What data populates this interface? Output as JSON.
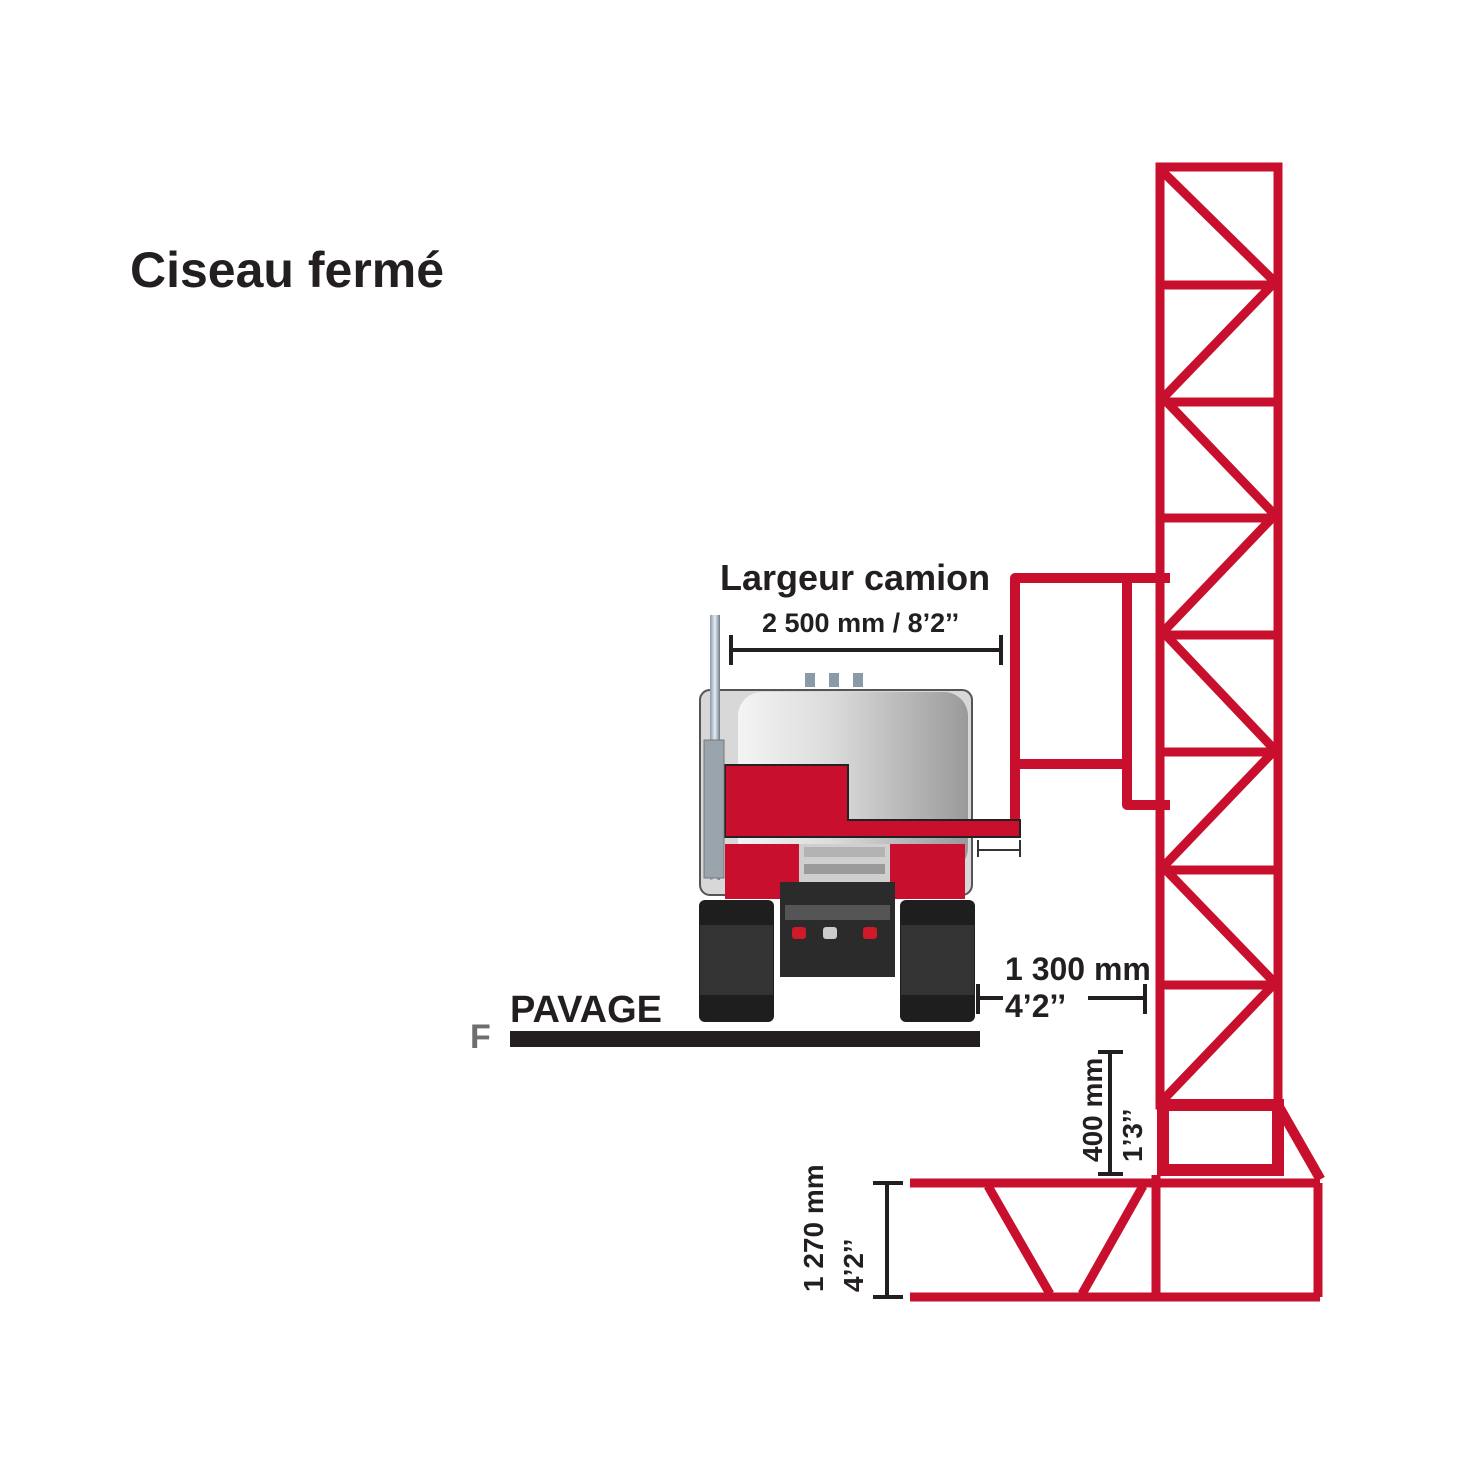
{
  "title": "Ciseau fermé",
  "truck_width": {
    "label": "Largeur camion",
    "value": "2 500 mm / 8’2’’"
  },
  "offset": {
    "mm": "1 300 mm",
    "imperial": "4’2’’"
  },
  "step_height": {
    "mm": "400 mm",
    "imperial": "1’3’’"
  },
  "base_height": {
    "mm": "1 270 mm",
    "imperial": "4’2’’"
  },
  "pavement": {
    "label": "PAVAGE",
    "marker": "F"
  },
  "colors": {
    "frame": "#c8102e",
    "dimension": "#231f20",
    "text": "#231f20"
  }
}
